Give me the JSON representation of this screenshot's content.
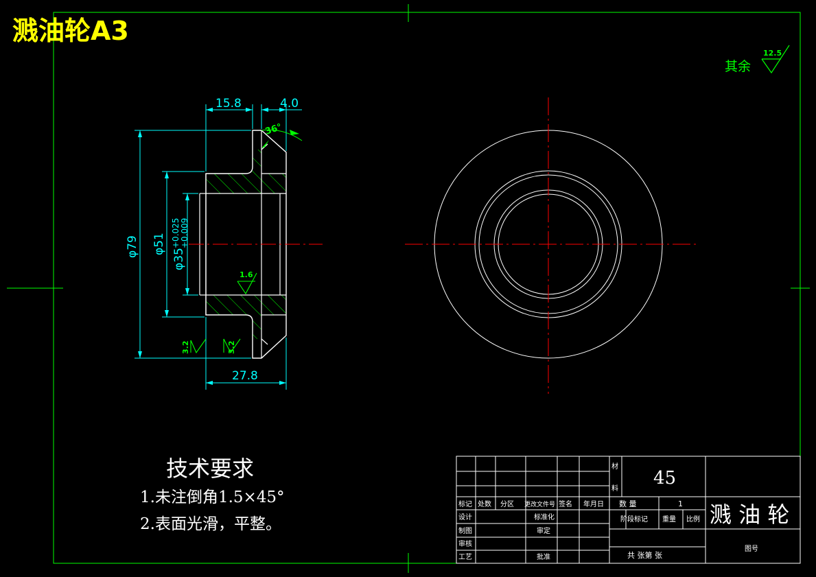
{
  "drawing_title": "溅油轮A3",
  "roughness_note": {
    "label": "其余",
    "value": "12.5"
  },
  "dimensions": {
    "d_15_8": "15.8",
    "d_4_0": "4.0",
    "d_angle": "36°",
    "d_79": "φ79",
    "d_51": "φ51",
    "d_35": "φ35",
    "d_35_upper": "+0.025",
    "d_35_lower": "+0.009",
    "d_27_8": "27.8"
  },
  "roughness": {
    "bore": "1.6",
    "face_left": "3.2",
    "face_right": "3.2"
  },
  "tech_requirements": {
    "heading": "技术要求",
    "items": [
      "1.未注倒角1.5×45°",
      "2.表面光滑，平整。"
    ]
  },
  "title_block": {
    "material_label": "材料",
    "material": "45",
    "part_name": "溅 油 轮",
    "quantity_label": "数  量",
    "quantity": "1",
    "stage_label": "阶段标记",
    "weight_label": "重量",
    "scale_label": "比例",
    "sheets": "共  张第  张",
    "drawing_no_label": "图号",
    "revision_headers": [
      "标记",
      "处数",
      "分区",
      "更改文件号",
      "签名",
      "年月日"
    ],
    "row_labels": [
      "设计",
      "制图",
      "审核",
      "工艺"
    ],
    "mid_labels": [
      "标准化",
      "审定",
      "批准"
    ]
  },
  "colors": {
    "frame": "#00ff00",
    "text_yellow": "#ffff00",
    "dim": "#00ffff",
    "center": "#ff0000",
    "outline": "#ffffff",
    "hatch": "#00ff00"
  }
}
